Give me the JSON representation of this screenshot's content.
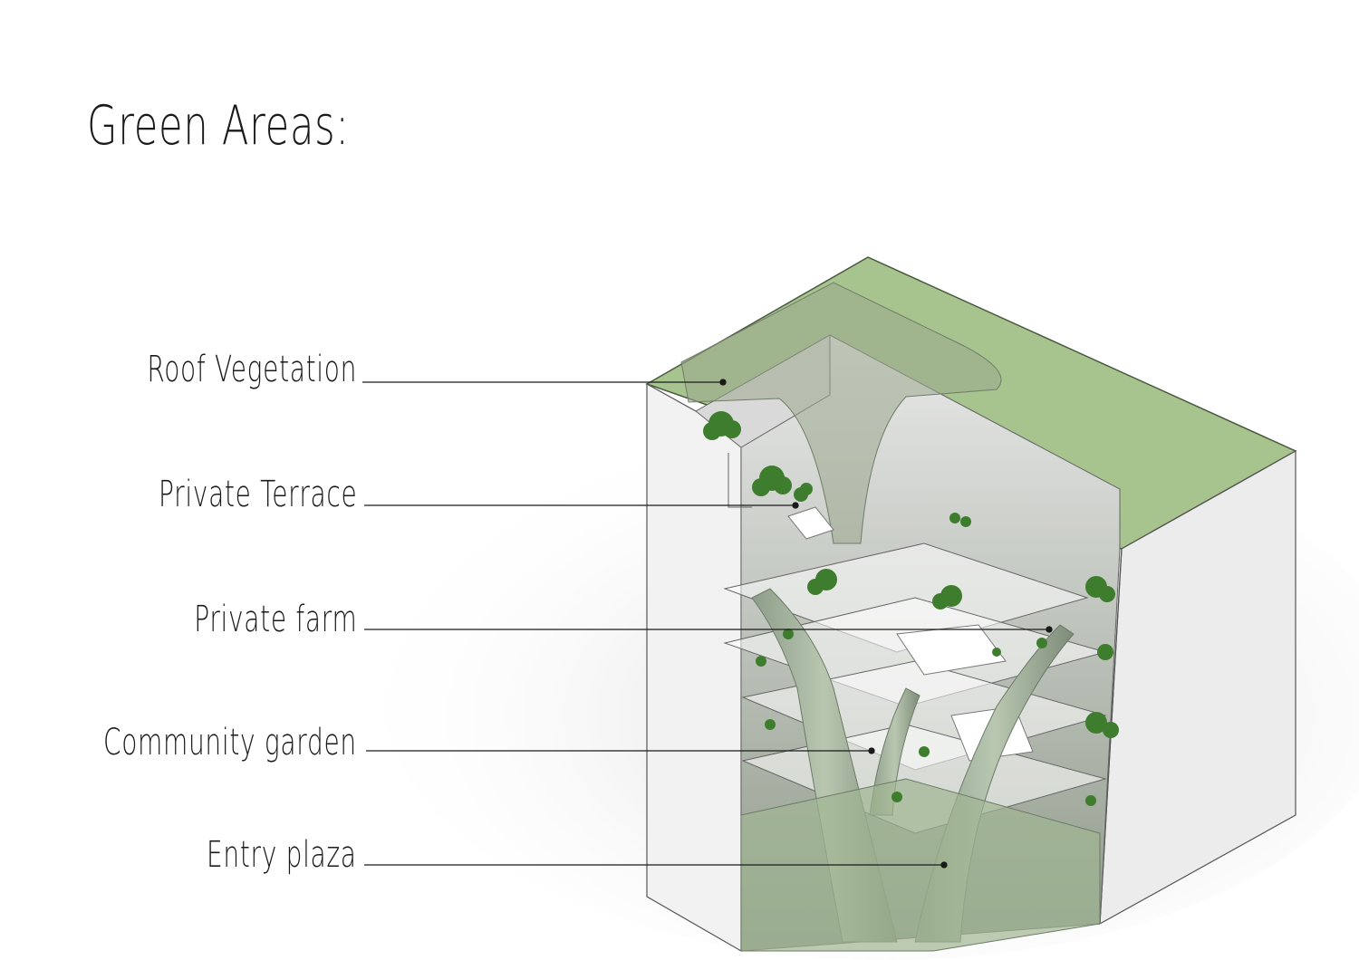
{
  "title": "Green Areas:",
  "labels": [
    {
      "text": "Roof Vegetation"
    },
    {
      "text": "Private Terrace"
    },
    {
      "text": "Private farm"
    },
    {
      "text": "Community garden"
    },
    {
      "text": "Entry plaza"
    }
  ],
  "colors": {
    "green_roof": "#a7c48f",
    "foliage": "#3f7d2e",
    "wall": "#f1f1f1",
    "leader": "#1a1a1a"
  }
}
